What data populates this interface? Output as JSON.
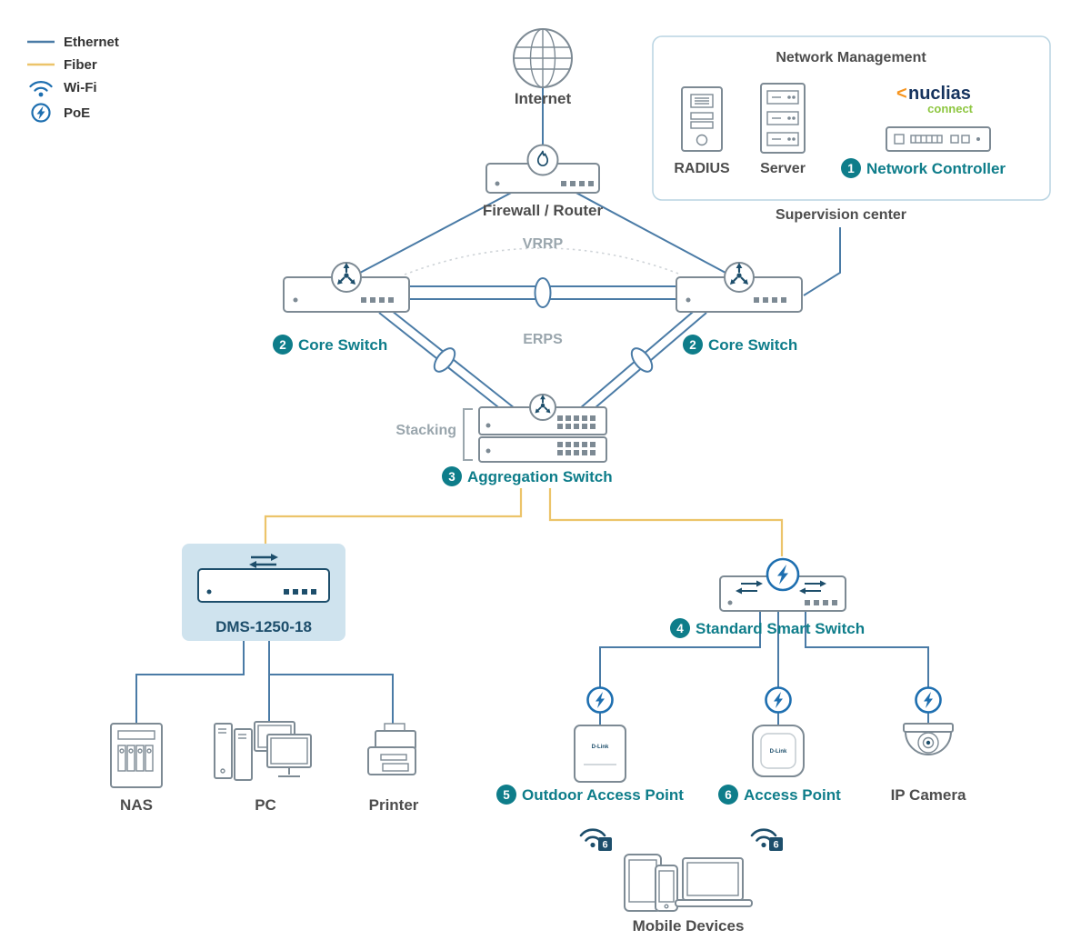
{
  "legend": {
    "ethernet": "Ethernet",
    "fiber": "Fiber",
    "wifi": "Wi-Fi",
    "poe": "PoE"
  },
  "annotations": {
    "vrrp": "VRRP",
    "erps": "ERPS",
    "stacking": "Stacking"
  },
  "wifi6": {
    "label": "6"
  },
  "nodes": {
    "internet": {
      "label": "Internet"
    },
    "firewall": {
      "label": "Firewall / Router"
    },
    "management": {
      "title": "Network Management",
      "radius_label": "RADIUS",
      "server_label": "Server",
      "brand_chevron": "<",
      "brand_name": "nuclias",
      "brand_sub": "connect",
      "controller_num": "1",
      "controller_label": "Network Controller",
      "caption": "Supervision center"
    },
    "core_left": {
      "num": "2",
      "label": "Core Switch"
    },
    "core_right": {
      "num": "2",
      "label": "Core Switch"
    },
    "aggregation": {
      "num": "3",
      "label": "Aggregation Switch"
    },
    "dms": {
      "label": "DMS-1250-18"
    },
    "smart_switch": {
      "num": "4",
      "label": "Standard Smart Switch"
    },
    "nas": {
      "label": "NAS"
    },
    "pc": {
      "label": "PC"
    },
    "printer": {
      "label": "Printer"
    },
    "outdoor_ap": {
      "num": "5",
      "label": "Outdoor Access Point",
      "brand": "D-Link"
    },
    "ap": {
      "num": "6",
      "label": "Access Point",
      "brand": "D-Link"
    },
    "camera": {
      "label": "IP Camera"
    },
    "mobile": {
      "label": "Mobile Devices"
    }
  },
  "colors": {
    "ethernet": "#4a7ba6",
    "fiber": "#ecc46a",
    "teal": "#0e7d8a",
    "navy": "#1d4e6b",
    "poe_blue": "#1e6fb0",
    "highlight": "#cfe3ee"
  }
}
